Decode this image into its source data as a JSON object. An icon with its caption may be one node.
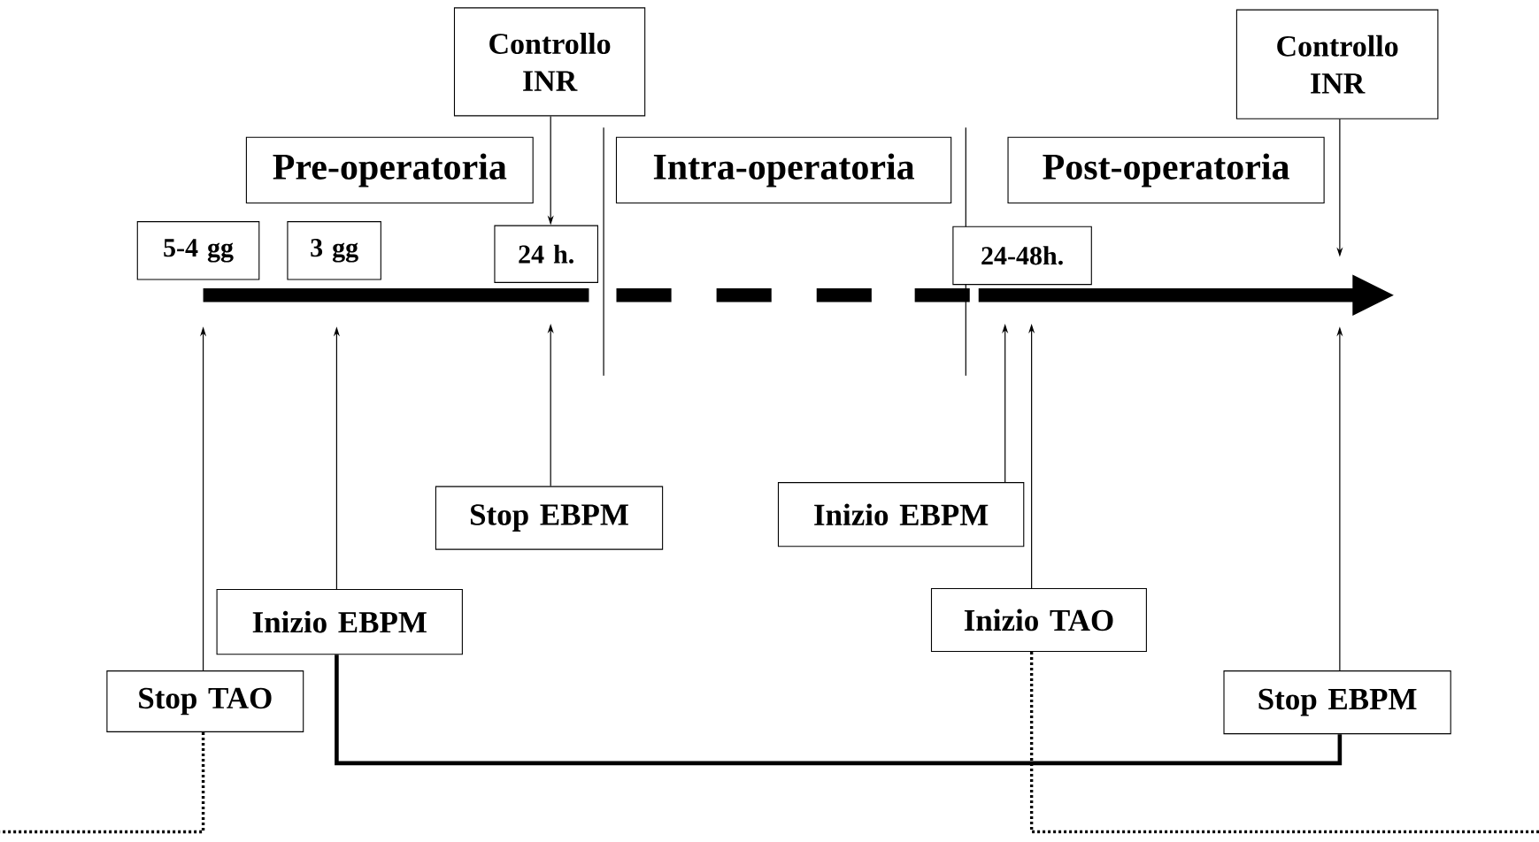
{
  "diagram": {
    "nodes": [
      {
        "text": [
          "Controllo INR"
        ]
      },
      {
        "text": [
          "Pre-operatoria"
        ]
      },
      {
        "text": [
          "Intra-operatoria"
        ]
      },
      {
        "text": [
          "Post-operatoria"
        ]
      },
      {
        "text": [
          "Controllo INR"
        ]
      },
      {
        "text": [
          "5-4 gg"
        ]
      },
      {
        "text": [
          "3 gg"
        ]
      },
      {
        "text": [
          "24 h."
        ]
      },
      {
        "text": [
          "24-48h."
        ]
      },
      {
        "text": [
          "Stop EBPM"
        ]
      },
      {
        "text": [
          "Inizio EBPM"
        ]
      },
      {
        "text": [
          "Inizio EBPM"
        ]
      },
      {
        "text": [
          "Inizio TAO"
        ]
      },
      {
        "text": [
          "Stop TAO"
        ]
      },
      {
        "text": [
          "Stop EBPM"
        ]
      }
    ],
    "edges": [
      {
        "from": 0,
        "to": 7,
        "arrow": "to"
      },
      {
        "from": 4,
        "to": null,
        "arrow": "to"
      },
      {
        "from": 13,
        "to": null,
        "arrow": "to"
      },
      {
        "from": 11,
        "to": null,
        "arrow": "to"
      },
      {
        "from": 9,
        "to": null,
        "arrow": "to"
      },
      {
        "from": 10,
        "to": null,
        "arrow": "to"
      },
      {
        "from": 12,
        "to": null,
        "arrow": "to"
      },
      {
        "from": 14,
        "to": null,
        "arrow": "to"
      },
      {
        "from": 11,
        "to": 14,
        "arrow": "none",
        "style": "thick"
      },
      {
        "from": 13,
        "to": null,
        "arrow": "none",
        "style": "dashed"
      },
      {
        "from": 12,
        "to": null,
        "arrow": "none",
        "style": "dashed"
      }
    ]
  }
}
